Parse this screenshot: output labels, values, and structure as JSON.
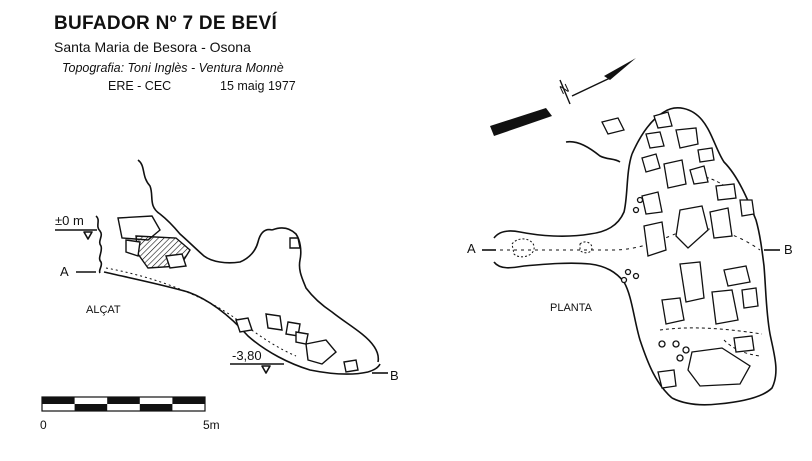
{
  "header": {
    "title": "BUFADOR Nº 7 DE BEVÍ",
    "subtitle": "Santa Maria de Besora - Osona",
    "topography": "Topografia: Toni Inglès - Ventura Monnè",
    "organization": "ERE - CEC",
    "date": "15 maig 1977"
  },
  "elevation": {
    "label": "ALÇAT",
    "entrance_label": "A",
    "end_label": "B",
    "datum_label": "±0 m",
    "depth_label": "-3,80"
  },
  "plan": {
    "label": "PLANTA",
    "entrance_label": "A",
    "end_label": "B",
    "north_letter": "N"
  },
  "scale_bar": {
    "start_label": "0",
    "end_label": "5m"
  },
  "colors": {
    "ink": "#111111",
    "paper": "#ffffff"
  }
}
